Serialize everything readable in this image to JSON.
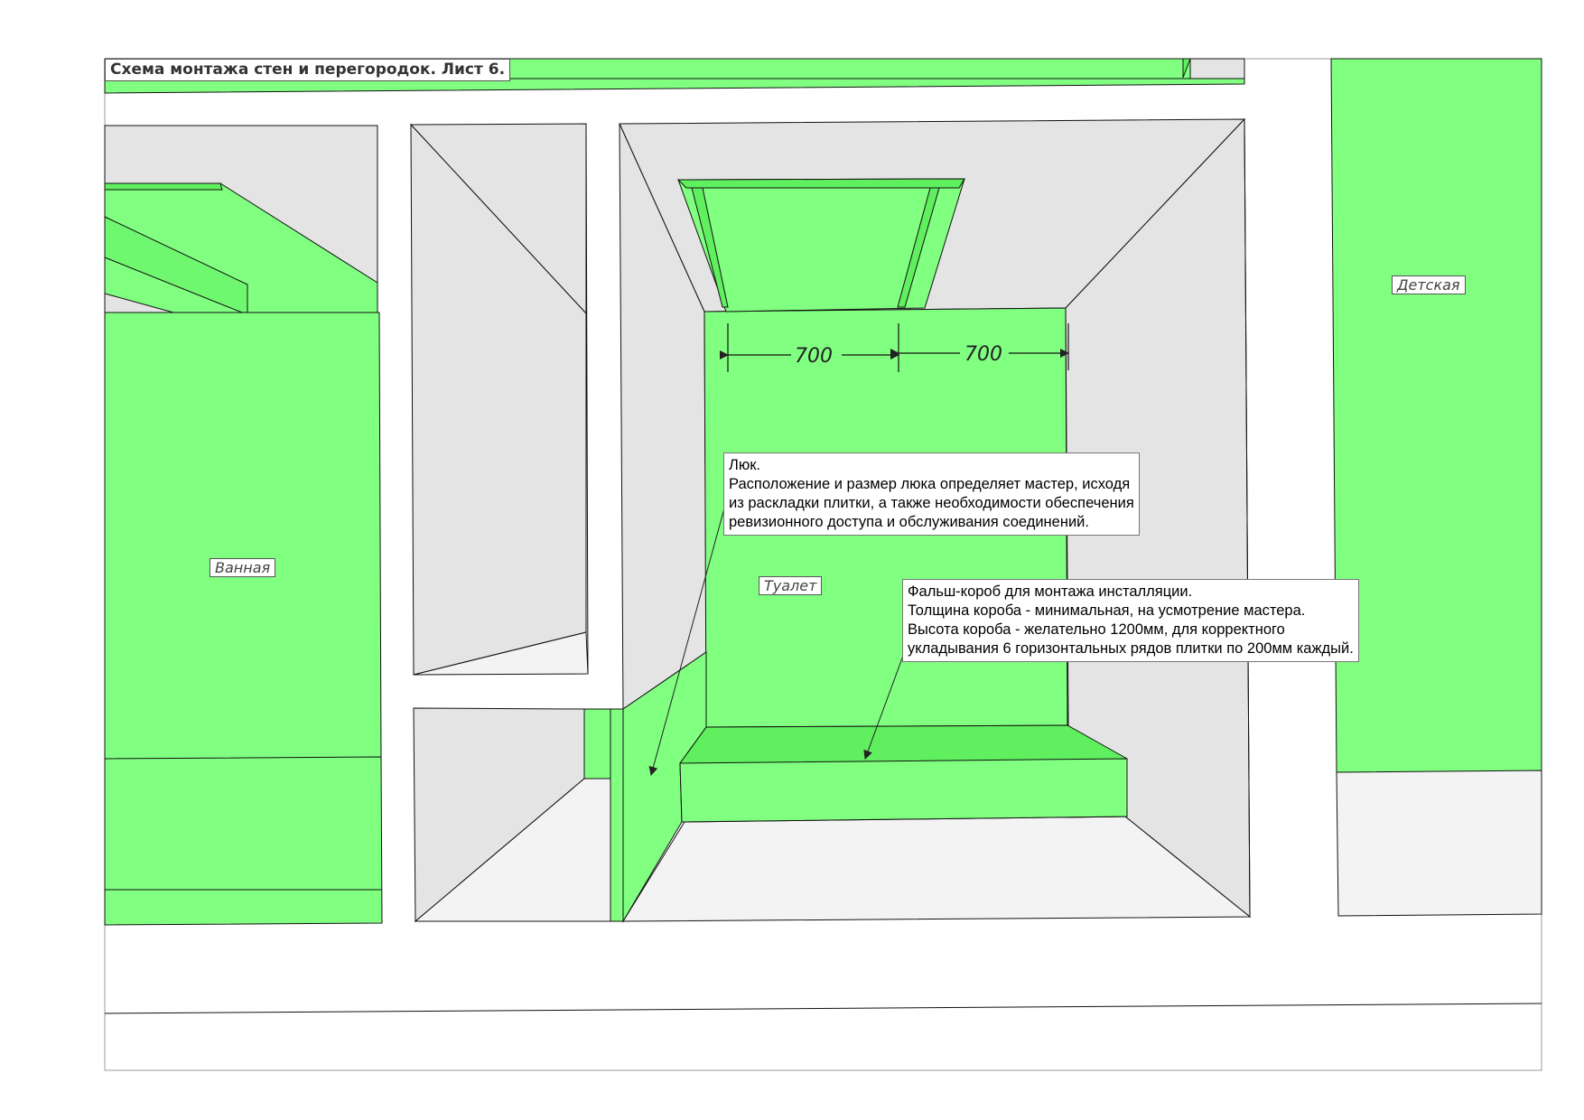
{
  "sheet": {
    "title": "Схема монтажа стен и перегородок. Лист 6."
  },
  "rooms": {
    "bathroom": "Ванная",
    "toilet": "Туалет",
    "nursery": "Детская"
  },
  "dimensions": {
    "left": "700",
    "right": "700"
  },
  "callouts": {
    "hatch": {
      "lines": [
        "Люк.",
        "Расположение и размер люка определяет мастер, исходя",
        "из раскладки плитки, а также необходимости обеспечения",
        "ревизионного доступа и обслуживания соединений."
      ]
    },
    "box": {
      "lines": [
        "Фальш-короб для монтажа инсталляции.",
        "Толщина короба - минимальная, на усмотрение мастера.",
        "Высота короба - желательно 1200мм, для корректного",
        "укладывания 6 горизонтальных рядов плитки по 200мм каждый."
      ]
    }
  },
  "colors": {
    "wall_green": "#80ff80",
    "wall_green_dark": "#5fef5f",
    "floor_grey": "#e4e4e4",
    "floor_light": "#f3f3f3",
    "outline": "#111111"
  }
}
